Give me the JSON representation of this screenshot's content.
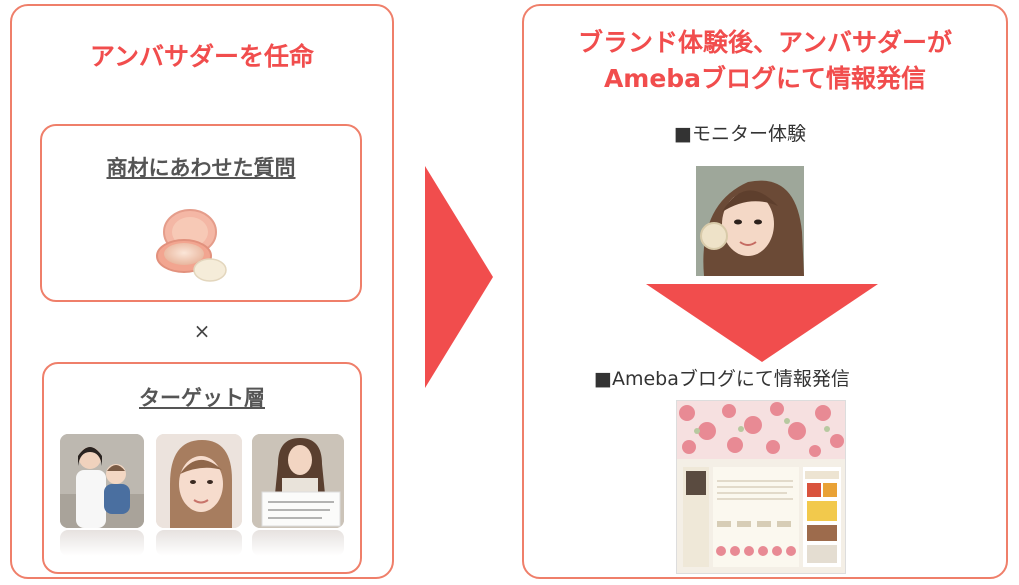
{
  "left": {
    "title": "アンバサダーを任命",
    "question_title": "商材にあわせた質問",
    "times_sign": "×",
    "target_title": "ターゲット層"
  },
  "right": {
    "title_line1": "ブランド体験後、アンバサダーが",
    "title_line2": "Amebaブログにて情報発信",
    "monitor_label": "■モニター体験",
    "blog_label": "■Amebaブログにて情報発信"
  },
  "colors": {
    "accent": "#f14d4d",
    "border": "#ef7f6a",
    "text": "#333333"
  }
}
